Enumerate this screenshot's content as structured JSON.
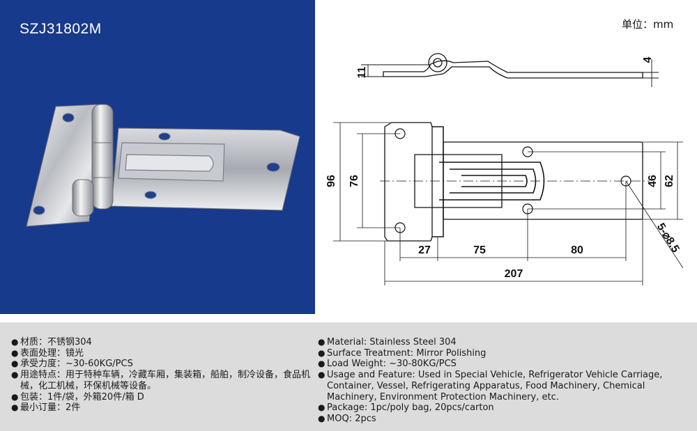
{
  "product": {
    "model": "SZJ31802M"
  },
  "drawing": {
    "unit_label": "单位：mm",
    "dims": {
      "thickness_total": "11",
      "thickness_plate": "4",
      "height_overall": "96",
      "height_holes": "76",
      "width_overall": "207",
      "seg_left": "27",
      "seg_mid": "75",
      "seg_right": "80",
      "height_right": "62",
      "hole_spacing": "46",
      "holes_note": "5-⌀8.5"
    }
  },
  "specs_cn": [
    "材质：不锈钢304",
    "表面处理：镜光",
    "承受力度：~30-60KG/PCS",
    "用途特点：用于特种车辆，冷藏车厢，集装箱，船舶，制冷设备，食品机械，化工机械，环保机械等设备。",
    "包装：1件/袋，外箱20件/箱 D",
    "最小订量：2件"
  ],
  "specs_en": [
    "Material: Stainless Steel 304",
    "Surface Treatment: Mirror Polishing",
    "Load Weight: ~30-80KG/PCS",
    "Usage and Feature: Used in Special Vehicle, Refrigerator Vehicle Carriage, Container, Vessel, Refrigerating Apparatus, Food Machinery, Chemical Machinery, Environment Protection Machinery, etc.",
    "Package: 1pc/poly bag, 20pcs/carton",
    "MOQ: 2pcs"
  ]
}
